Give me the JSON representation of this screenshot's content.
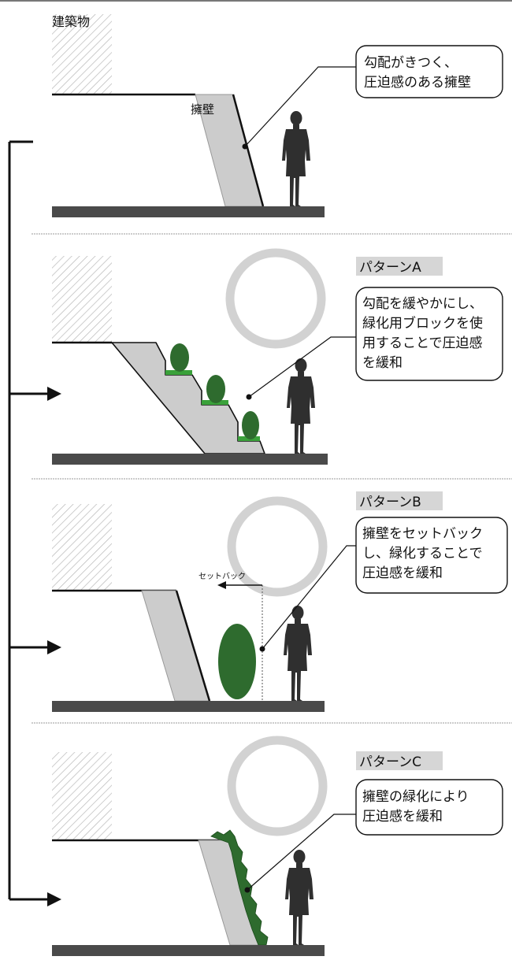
{
  "building_label": "建築物",
  "wall_label": "擁壁",
  "panels": [
    {
      "callout_lines": [
        "勾配がきつく、",
        "圧迫感のある擁壁"
      ]
    },
    {
      "pattern_label": "パターンA",
      "callout_lines": [
        "勾配を緩やかにし、",
        "緑化用ブロックを使",
        "用することで圧迫感",
        "を緩和"
      ]
    },
    {
      "pattern_label": "パターンB",
      "callout_lines": [
        "擁壁をセットバック",
        "し、緑化することで",
        "圧迫感を緩和"
      ],
      "setback_label": "セットバック"
    },
    {
      "pattern_label": "パターンC",
      "callout_lines": [
        "擁壁の緑化により",
        "圧迫感を緩和"
      ]
    }
  ],
  "colors": {
    "ground": "#4a4a4a",
    "wall_fill": "#cccccc",
    "green": "#2e6b2e",
    "green_light": "#3aa13a",
    "tree_ring": "#d2d2d2",
    "person": "#2f2f2f",
    "line": "#111111",
    "divider": "#9a9a9a",
    "tag_bg": "#d6d6d6"
  },
  "icons": {
    "person": "person-silhouette-icon",
    "tree": "tree-canopy-icon",
    "shrub": "shrub-icon"
  }
}
